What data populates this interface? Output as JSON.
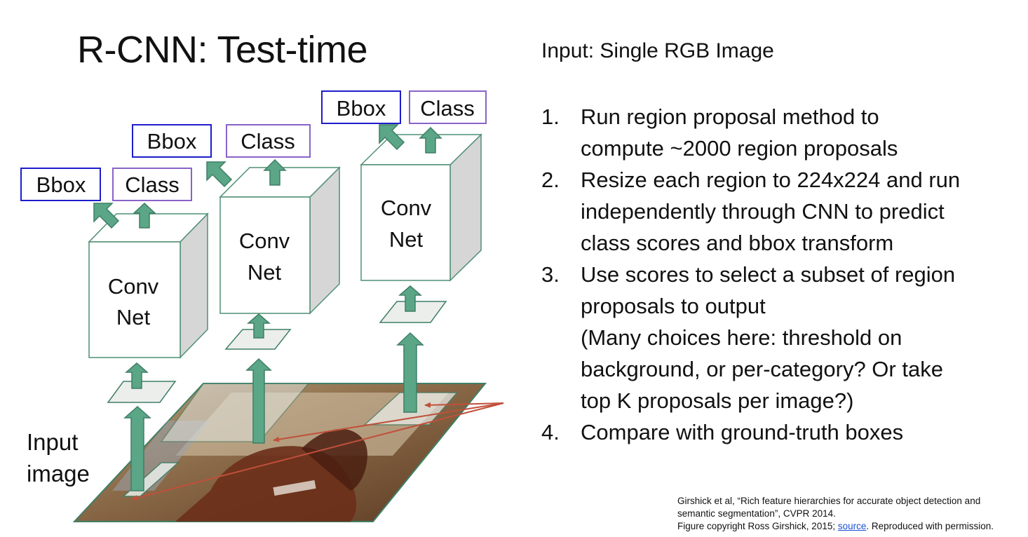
{
  "title": "R-CNN: Test-time",
  "diagram": {
    "input_label_lines": [
      "Input",
      "image"
    ],
    "columns": [
      {
        "conv_lines": [
          "Conv",
          "Net"
        ],
        "bbox_label": "Bbox",
        "class_label": "Class"
      },
      {
        "conv_lines": [
          "Conv",
          "Net"
        ],
        "bbox_label": "Bbox",
        "class_label": "Class"
      },
      {
        "conv_lines": [
          "Conv",
          "Net"
        ],
        "bbox_label": "Bbox",
        "class_label": "Class"
      }
    ],
    "colors": {
      "arrow": "#5aa687",
      "arrow_stroke": "#3f7f66",
      "bbox_border": "#1d1dcc",
      "class_border": "#8a63c8",
      "cube_side": "#d6d6d6",
      "cube_stroke": "#4f8f74",
      "red_arrow": "#c0503b"
    }
  },
  "right": {
    "input_line": "Input: Single RGB Image",
    "steps": [
      {
        "num": "1.",
        "lines": [
          "Run region proposal method to",
          "compute ~2000 region proposals"
        ]
      },
      {
        "num": "2.",
        "lines": [
          "Resize each region to 224x224 and run",
          "independently through CNN to predict",
          "class scores and bbox transform"
        ]
      },
      {
        "num": "3.",
        "lines": [
          "Use scores to select a subset of region",
          "proposals to output",
          "(Many choices here: threshold on",
          "background, or per-category? Or take",
          "top K proposals per image?)"
        ]
      },
      {
        "num": "4.",
        "lines": [
          "Compare with ground-truth boxes"
        ]
      }
    ]
  },
  "citation": {
    "line1": "Girshick et al, “Rich feature hierarchies for accurate object detection and",
    "line2": "semantic segmentation”, CVPR 2014.",
    "line3_prefix": "Figure copyright Ross Girshick, 2015; ",
    "line3_link": "source",
    "line3_suffix": ". Reproduced with permission."
  }
}
